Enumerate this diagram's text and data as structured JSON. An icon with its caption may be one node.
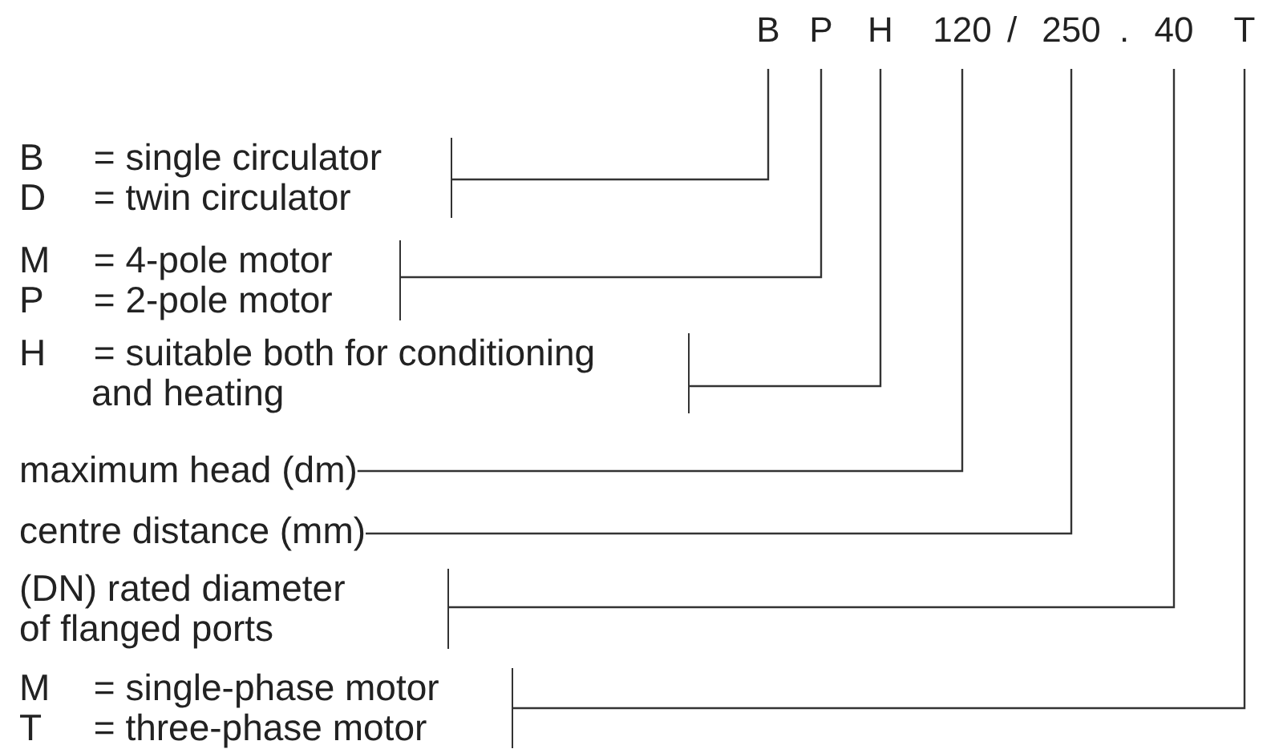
{
  "diagram": {
    "nodes": [
      {
        "text": [
          "B"
        ]
      },
      {
        "text": [
          "P"
        ]
      },
      {
        "text": [
          "H"
        ]
      },
      {
        "text": [
          "120"
        ]
      },
      {
        "text": [
          "250"
        ]
      },
      {
        "text": [
          "40"
        ]
      },
      {
        "text": [
          "T"
        ]
      },
      {
        "text": [
          "B = single circulator",
          "D = twin circulator"
        ]
      },
      {
        "text": [
          "M = 4-pole motor",
          "P = 2-pole motor"
        ]
      },
      {
        "text": [
          "H = suitable both for conditioning and heating"
        ]
      },
      {
        "text": [
          "maximum head (dm)"
        ]
      },
      {
        "text": [
          "centre distance (mm)"
        ]
      },
      {
        "text": [
          "(DN) rated diameter of flanged ports"
        ]
      },
      {
        "text": [
          "M = single-phase motor",
          "T = three-phase motor"
        ]
      }
    ],
    "edges": [
      {
        "from": 7,
        "to": 0,
        "arrow": "none"
      },
      {
        "from": 8,
        "to": 1,
        "arrow": "none"
      },
      {
        "from": 9,
        "to": 2,
        "arrow": "none"
      },
      {
        "from": 10,
        "to": 3,
        "arrow": "none"
      },
      {
        "from": 11,
        "to": 4,
        "arrow": "none"
      },
      {
        "from": 12,
        "to": 5,
        "arrow": "none"
      },
      {
        "from": 13,
        "to": 6,
        "arrow": "none"
      }
    ],
    "labels": [
      "/",
      "."
    ]
  }
}
